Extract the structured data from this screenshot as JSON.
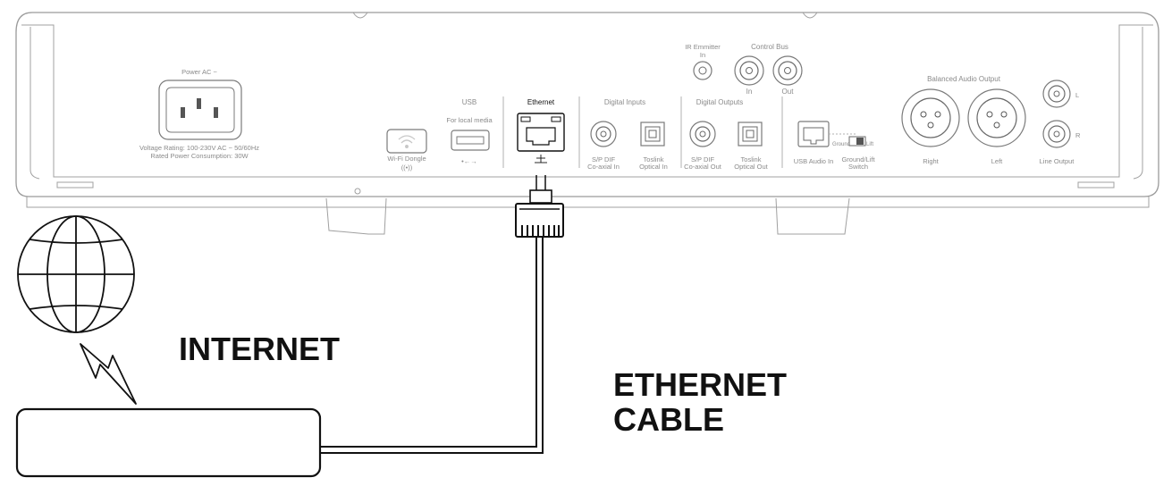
{
  "power": {
    "title": "Power AC ~",
    "rating_line1": "Voltage Rating: 100-230V AC ~ 50/60Hz",
    "rating_line2": "Rated Power Consumption: 30W"
  },
  "wifi": {
    "label": "Wi-Fi Dongle",
    "symbol": "((•))"
  },
  "usb": {
    "title": "USB",
    "subtitle": "For local media",
    "symbol": "•←→"
  },
  "ethernet": {
    "title": "Ethernet"
  },
  "digital_inputs": {
    "title": "Digital Inputs",
    "spdif_line1": "S/P DIF",
    "spdif_line2": "Co-axial In",
    "toslink_line1": "Toslink",
    "toslink_line2": "Optical In"
  },
  "digital_outputs": {
    "title": "Digital Outputs",
    "spdif_line1": "S/P DIF",
    "spdif_line2": "Co-axial Out",
    "toslink_line1": "Toslink",
    "toslink_line2": "Optical Out"
  },
  "ir": {
    "title": "IR Emmitter",
    "sub": "In"
  },
  "control_bus": {
    "title": "Control Bus",
    "in": "In",
    "out": "Out"
  },
  "usb_audio": {
    "label": "USB Audio In"
  },
  "ground_lift": {
    "line1": "Ground/Lift",
    "line2": "Switch",
    "ground": "Ground",
    "lift": "Lift"
  },
  "balanced": {
    "title": "Balanced Audio Output",
    "right": "Right",
    "left": "Left"
  },
  "line_output": {
    "label": "Line Output",
    "l": "L",
    "r": "R"
  },
  "callouts": {
    "internet": "INTERNET",
    "cable_line1": "ETHERNET",
    "cable_line2": "CABLE"
  }
}
